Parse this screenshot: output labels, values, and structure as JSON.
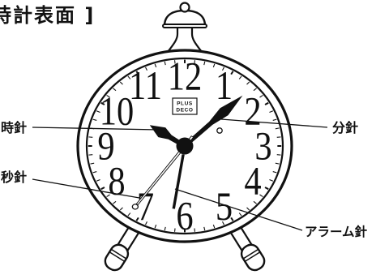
{
  "title": "時計表面 ]",
  "labels": {
    "hour_hand": "時針",
    "minute_hand": "分針",
    "second_hand": "秒針",
    "alarm_hand": "アラーム針"
  },
  "logo": {
    "line1": "PLUS",
    "line2": "DECO"
  },
  "dial": {
    "numerals": [
      "12",
      "1",
      "2",
      "3",
      "4",
      "5",
      "6",
      "7",
      "8",
      "9",
      "10",
      "11"
    ]
  },
  "hands": {
    "hour": 10,
    "minute": 7,
    "second": 36
  },
  "alarm": {
    "hour": 6,
    "minute": 18
  },
  "colors": {
    "ink": "#111111",
    "background": "#ffffff"
  }
}
